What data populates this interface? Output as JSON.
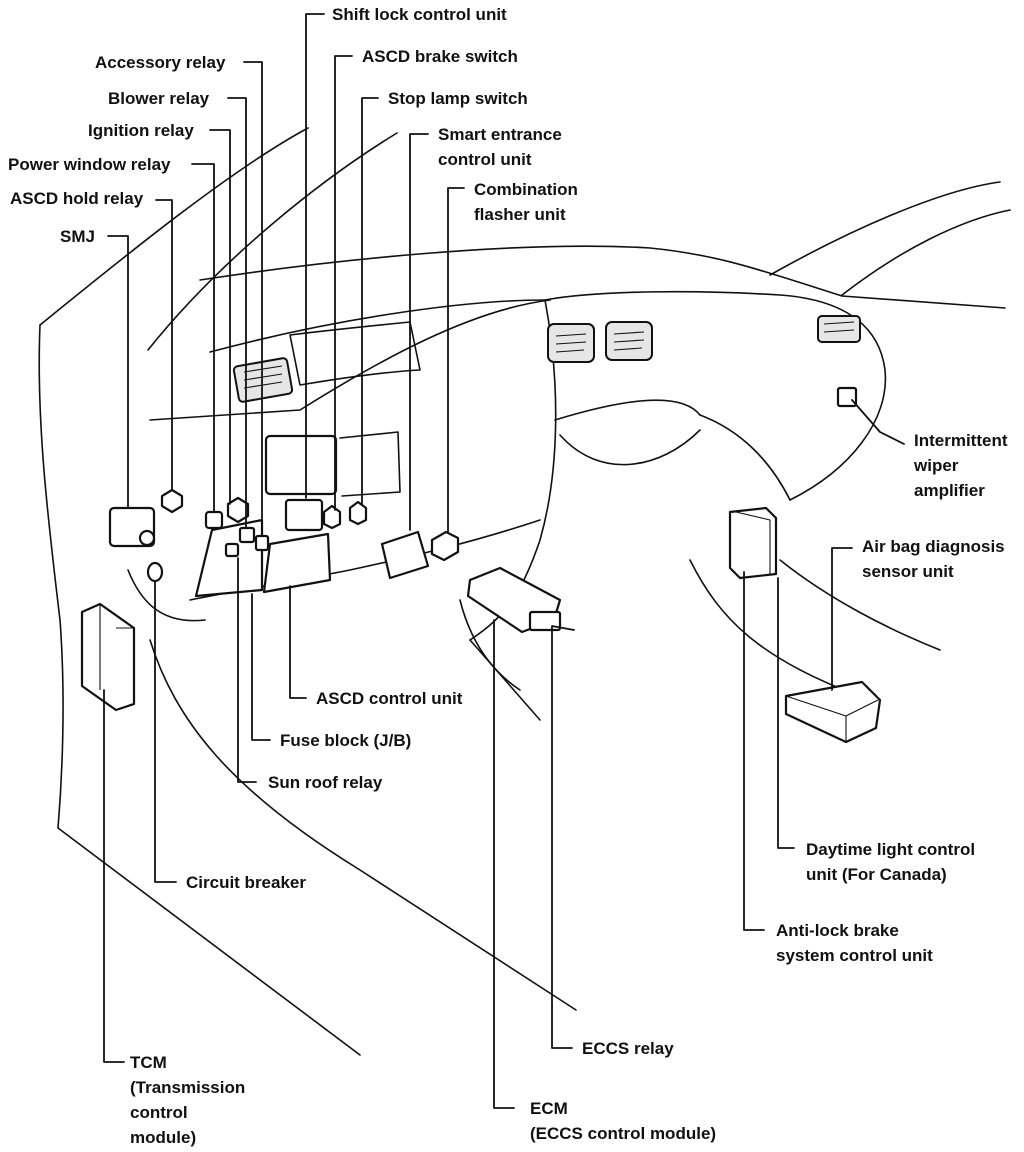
{
  "labels": {
    "shift_lock": "Shift lock control unit",
    "accessory_relay": "Accessory relay",
    "ascd_brake": "ASCD brake switch",
    "blower_relay": "Blower relay",
    "stop_lamp": "Stop lamp switch",
    "ignition_relay": "Ignition relay",
    "smart_entrance": [
      "Smart entrance",
      "control unit"
    ],
    "power_window": "Power window relay",
    "combination_flasher": [
      "Combination",
      "flasher unit"
    ],
    "ascd_hold": "ASCD hold relay",
    "smj": "SMJ",
    "wiper_amp": [
      "Intermittent",
      "wiper",
      "amplifier"
    ],
    "airbag": [
      "Air bag diagnosis",
      "sensor unit"
    ],
    "ascd_control": "ASCD control unit",
    "fuse_block": "Fuse block (J/B)",
    "sunroof": "Sun roof relay",
    "daytime": [
      "Daytime light control",
      "unit (For Canada)"
    ],
    "circuit_breaker": "Circuit breaker",
    "abs": [
      "Anti-lock brake",
      "system control unit"
    ],
    "eccs_relay": "ECCS relay",
    "tcm": [
      "TCM",
      "(Transmission",
      "control",
      "module)"
    ],
    "ecm": [
      "ECM",
      "(ECCS control module)"
    ]
  }
}
